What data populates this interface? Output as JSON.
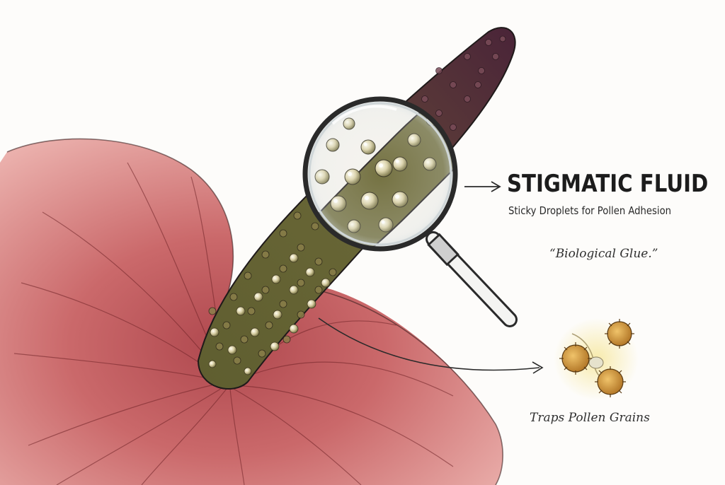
{
  "labels": {
    "title": "STIGMATIC FLUID",
    "subtitle": "Sticky Droplets for Pollen Adhesion",
    "quote": "“Biological Glue.”",
    "pollen_label": "Traps Pollen Grains"
  },
  "icons": {
    "magnifier": "magnifying-glass-icon",
    "pointer_arrow": "arrow-right-icon",
    "pollen_arrow": "curved-arrow-icon"
  },
  "colors": {
    "spathe": "#c85f5f",
    "spathe_dark": "#9b3c40",
    "spadix_base": "#5a5a30",
    "spadix_top": "#4a2438",
    "droplet": "#e9e3c6",
    "pollen": "#d8a24a",
    "pollen_glow": "#f6e7a8",
    "ink": "#1c1c1c"
  }
}
